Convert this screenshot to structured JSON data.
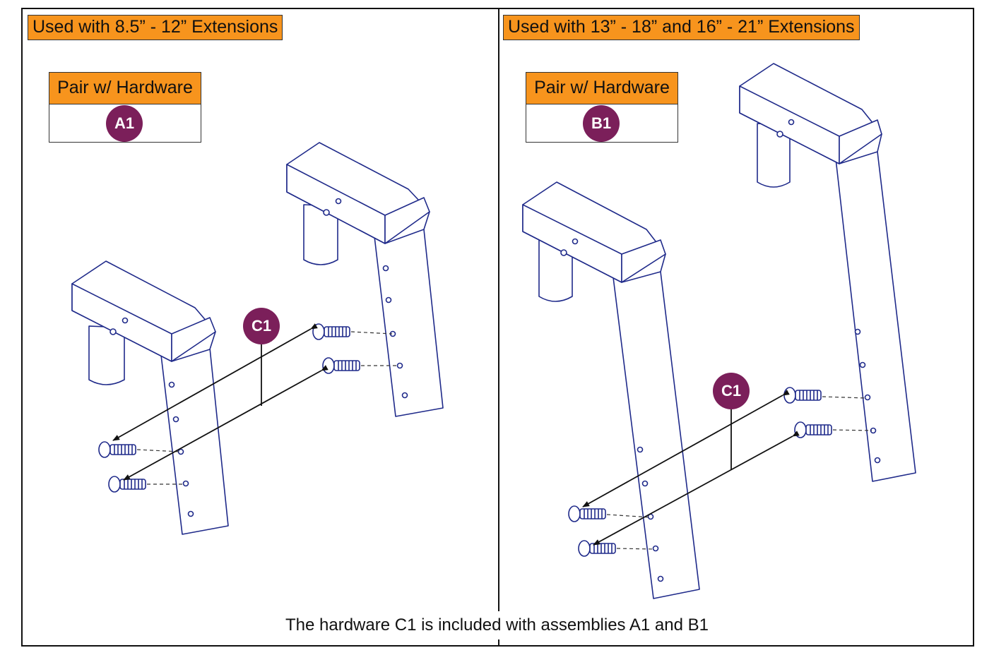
{
  "left_panel": {
    "header": "Used with 8.5” - 12” Extensions",
    "pair_header": "Pair w/ Hardware",
    "pair_badge": "A1",
    "hardware_badge": "C1"
  },
  "right_panel": {
    "header": "Used with 13” - 18” and 16” - 21” Extensions",
    "pair_header": "Pair w/ Hardware",
    "pair_badge": "B1",
    "hardware_badge": "C1"
  },
  "footer_note": "The hardware C1 is included with assemblies A1 and B1",
  "colors": {
    "header_fill": "#F7941D",
    "badge_fill": "#7B1F5A",
    "line_art": "#1F2A8A"
  },
  "icons": [
    "armrest-pad-icon",
    "screw-icon",
    "leader-arrow-icon"
  ]
}
